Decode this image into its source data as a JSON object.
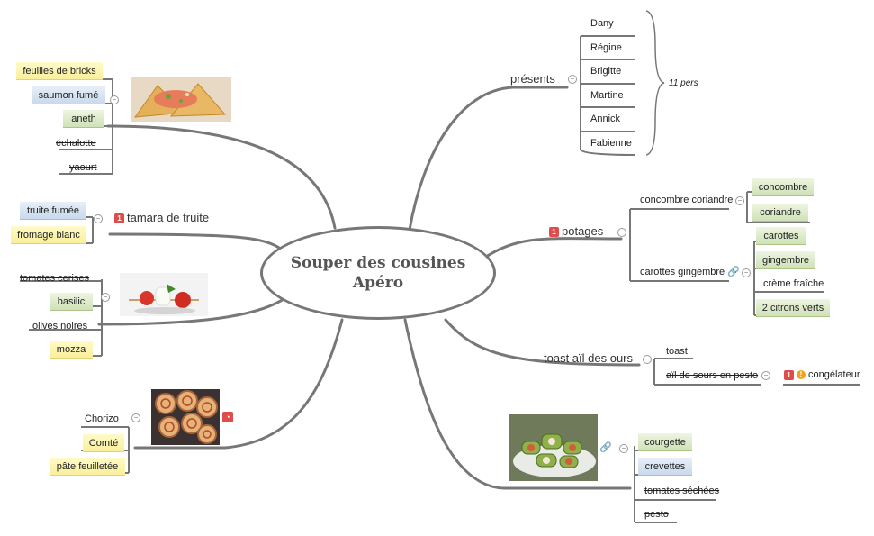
{
  "center": {
    "line1": "Souper des cousines",
    "line2": "Apéro"
  },
  "presents": {
    "label": "présents",
    "people": [
      "Dany",
      "Régine",
      "Brigitte",
      "Martine",
      "Annick",
      "Fabienne"
    ],
    "summary": "11 pers"
  },
  "potages": {
    "label": "potages",
    "priority": "1",
    "concombre": {
      "label": "concombre coriandre",
      "items": [
        "concombre",
        "coriandre"
      ]
    },
    "carottes": {
      "label": "carottes gingembre",
      "items": [
        "carottes",
        "gingembre",
        "crème fraîche",
        "2 citrons verts"
      ]
    }
  },
  "toast": {
    "label": "toast aïl des ours",
    "items": [
      "toast",
      "aïl de sours en pesto"
    ],
    "note": {
      "priority": "1",
      "warning": "!",
      "label": "congélateur"
    }
  },
  "courgette": {
    "items": [
      "courgette",
      "crevettes",
      "tomates séchées",
      "pesto"
    ]
  },
  "bricks": {
    "items": [
      "feuilles de bricks",
      "saumon fumé",
      "aneth",
      "échalotte",
      "yaourt"
    ]
  },
  "tamara": {
    "label": "tamara de truite",
    "priority": "1",
    "items": [
      "truite fumée",
      "fromage blanc"
    ]
  },
  "mozza": {
    "items": [
      "tomates cerises",
      "basilic",
      "olives noires",
      "mozza"
    ]
  },
  "chorizo": {
    "items": [
      "Chorizo",
      "Comté",
      "pâte feuilletée"
    ]
  },
  "colors": {
    "branch": "#777777",
    "yellow": "#f9ef9b",
    "blue": "#c9d9ec",
    "green": "#cfe2b6",
    "priority": "#e04b4b"
  }
}
